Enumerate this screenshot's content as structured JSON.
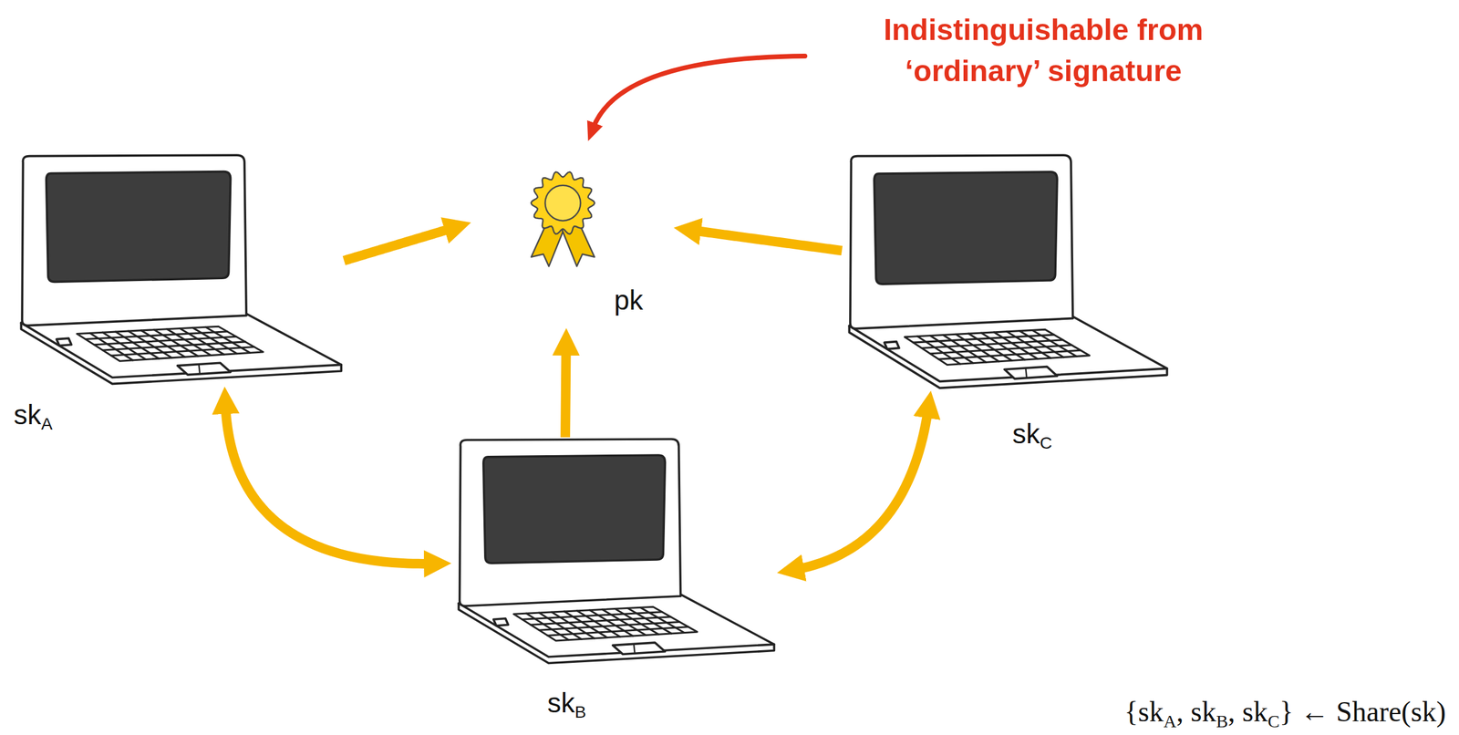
{
  "diagram": {
    "nodes": [
      {
        "text": [
          "skA"
        ]
      },
      {
        "text": [
          "pk"
        ]
      },
      {
        "text": [
          "skC"
        ]
      },
      {
        "text": [
          "skB"
        ]
      }
    ],
    "edges": [
      {
        "from": 0,
        "to": 1,
        "arrow": "to"
      },
      {
        "from": 2,
        "to": 1,
        "arrow": "to"
      },
      {
        "from": 3,
        "to": 1,
        "arrow": "to"
      },
      {
        "from": 0,
        "to": 3,
        "arrow": "both"
      },
      {
        "from": 3,
        "to": 2,
        "arrow": "both"
      }
    ],
    "labels": [
      "Indistinguishable from ‘ordinary’ signature",
      "{skA, skB, skC} ← Share(sk)"
    ]
  }
}
